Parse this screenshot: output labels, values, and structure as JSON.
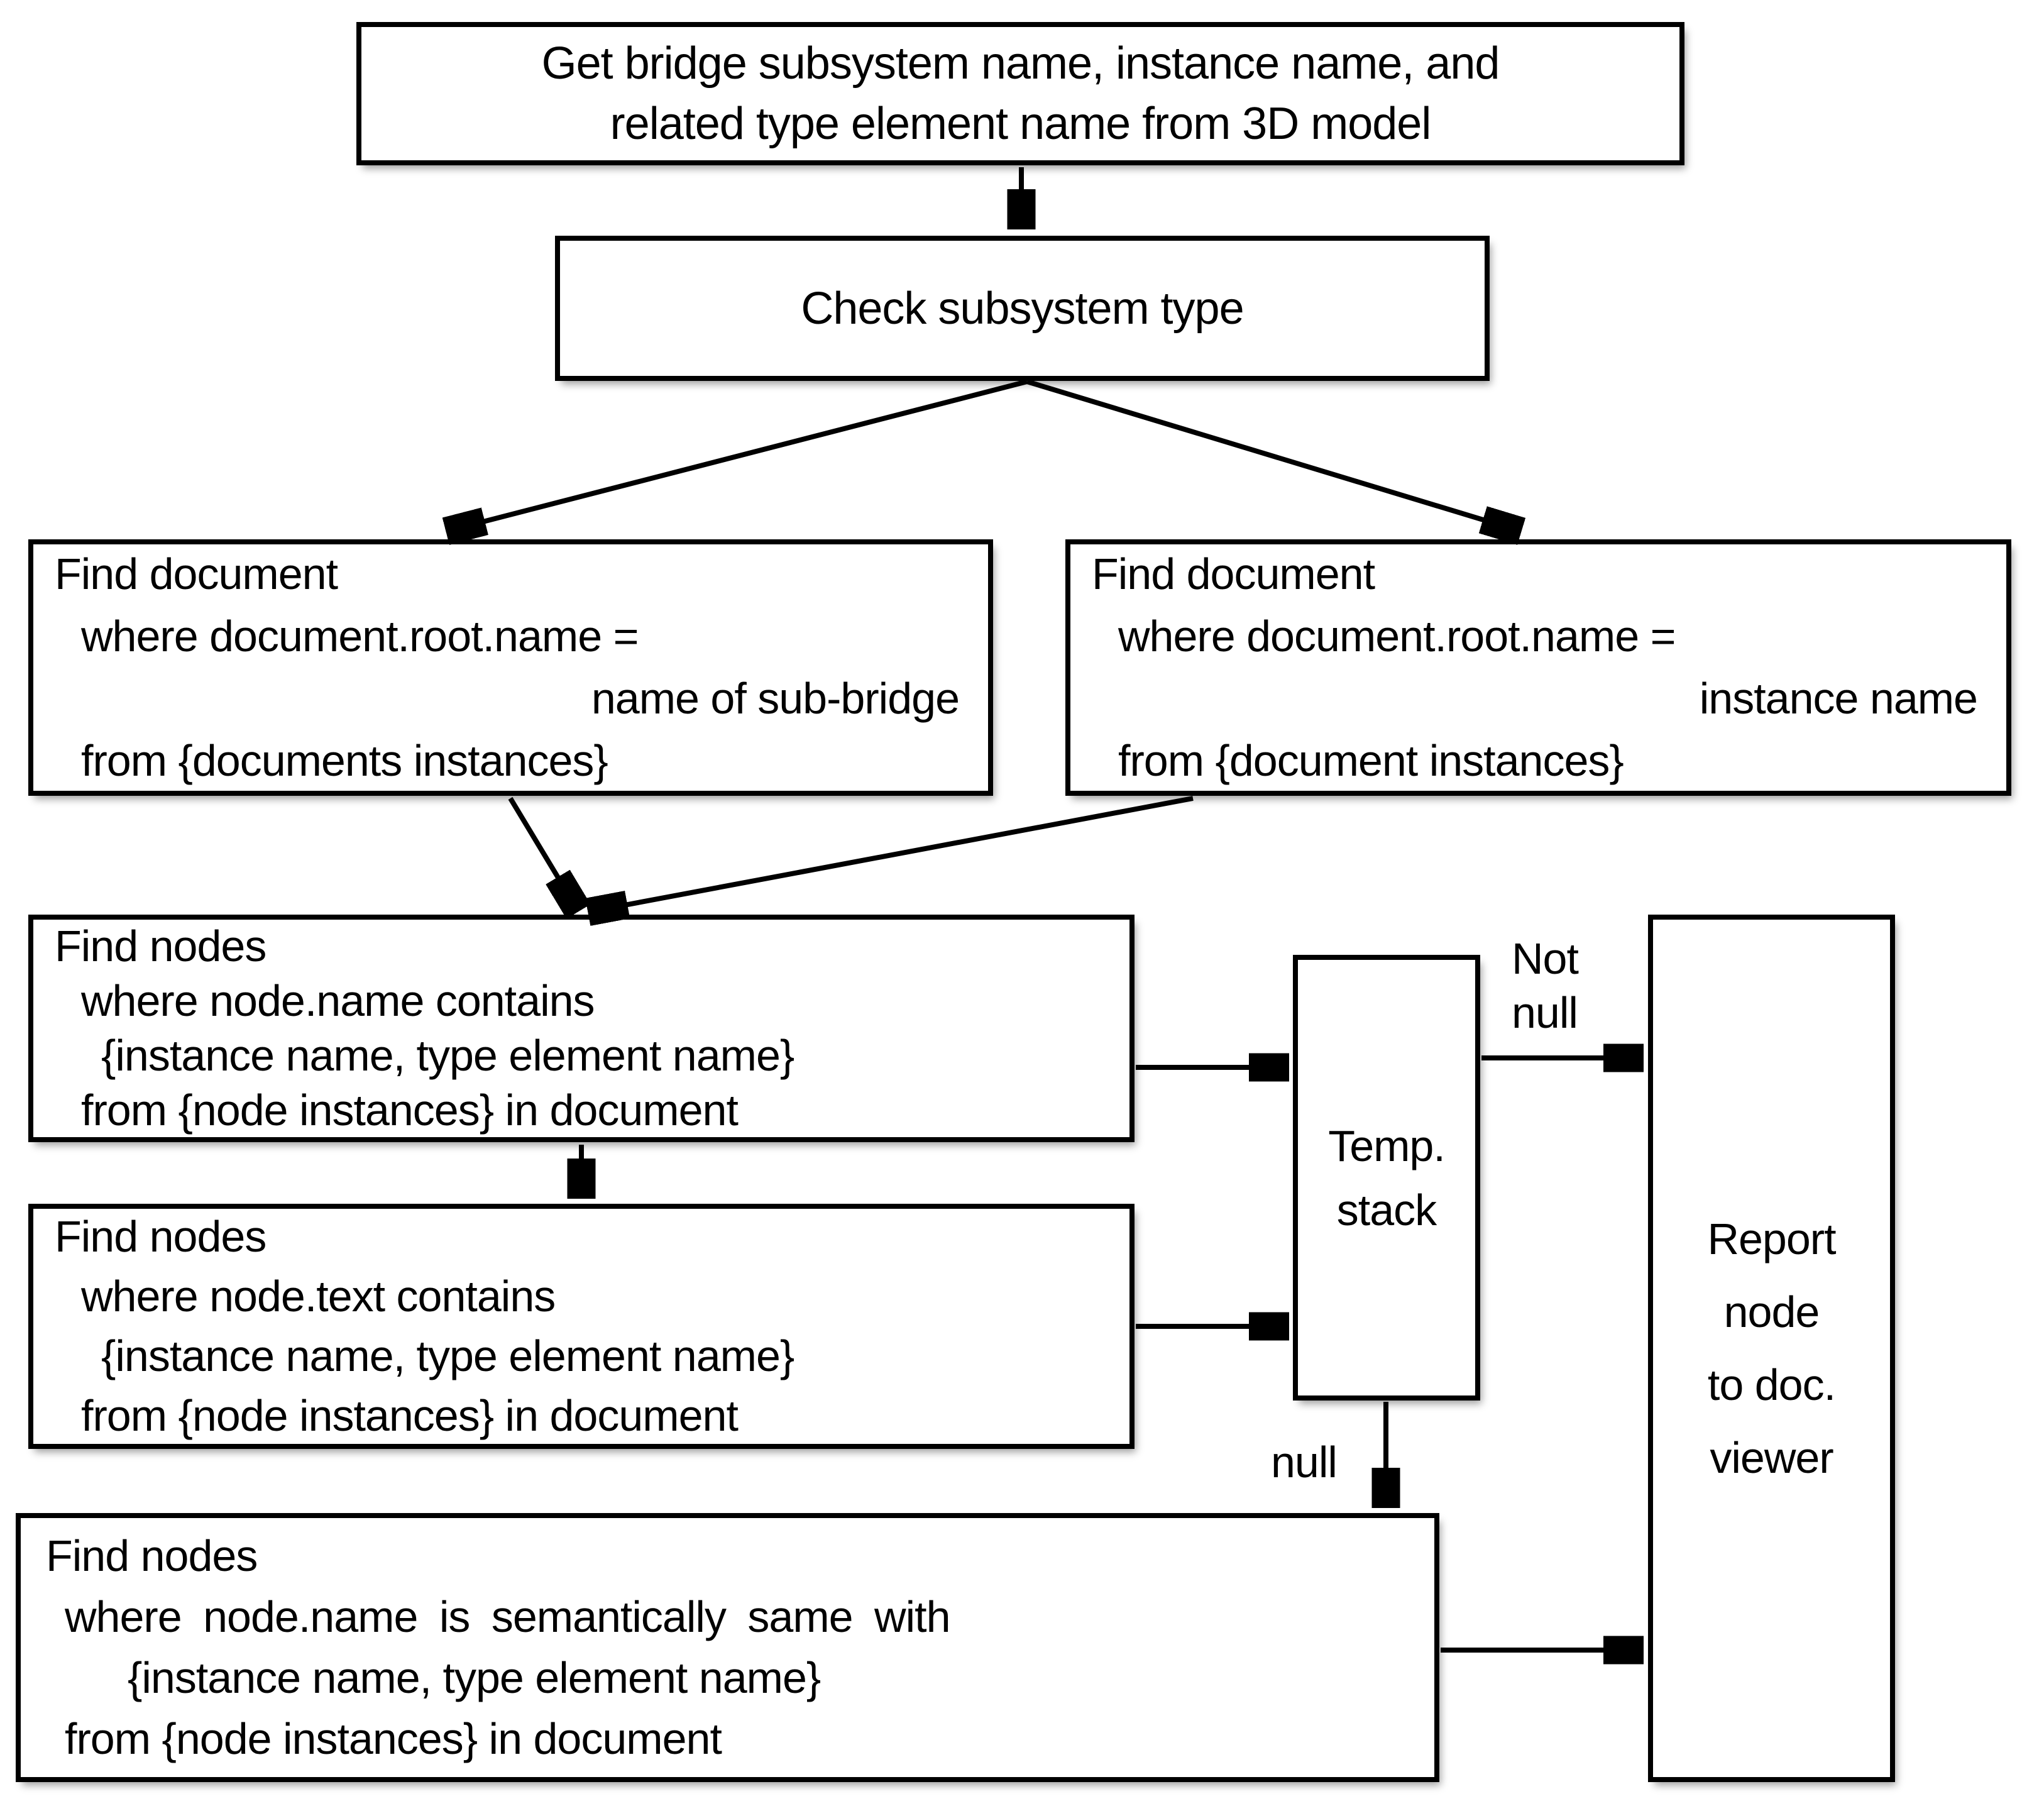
{
  "diagram": {
    "start": {
      "lines": [
        "Get bridge subsystem name, instance name, and",
        "related type element name from 3D model"
      ]
    },
    "check": {
      "label": "Check subsystem type"
    },
    "find_doc_sub_bridge": {
      "lines": [
        "Find document",
        "where document.root.name =",
        "name of sub-bridge",
        "from {documents instances}"
      ]
    },
    "find_doc_instance": {
      "lines": [
        "Find document",
        "where document.root.name =",
        "instance name",
        "from {document instances}"
      ]
    },
    "find_nodes_name_contains": {
      "lines": [
        "Find nodes",
        "where node.name contains",
        "{instance name, type element name}",
        "from {node instances} in document"
      ]
    },
    "find_nodes_text_contains": {
      "lines": [
        "Find nodes",
        "where node.text contains",
        "{instance name, type element name}",
        "from {node instances} in document"
      ]
    },
    "find_nodes_semantic": {
      "lines": [
        "Find nodes",
        "where node.name is semantically same with",
        "{instance name, type element name}",
        "from {node instances} in document"
      ]
    },
    "temp_stack": {
      "lines": [
        "Temp.",
        "stack"
      ]
    },
    "report": {
      "lines": [
        "Report",
        "node",
        "to doc.",
        "viewer"
      ]
    },
    "labels": {
      "not_null": [
        "Not",
        "null"
      ],
      "null": "null"
    },
    "colors": {
      "line": "#000000",
      "box_border": "#000000",
      "box_fill": "#ffffff",
      "background": "#ffffff"
    }
  }
}
